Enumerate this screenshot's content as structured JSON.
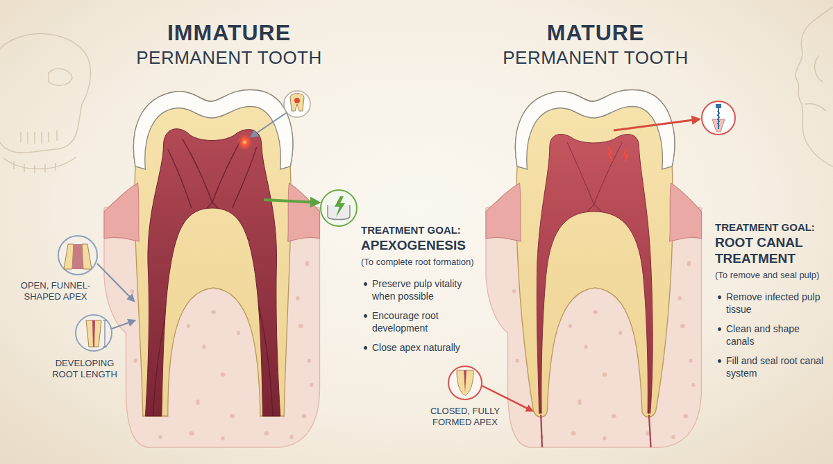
{
  "diagram": {
    "labels": [
      "IMMATURE",
      "PERMANENT TOOTH",
      "MATURE",
      "PERMANENT TOOTH",
      "OPEN, FUNNEL-SHAPED APEX",
      "DEVELOPING ROOT LENGTH",
      "TREATMENT GOAL:",
      "APEXOGENESIS",
      "(To complete root formation)",
      "Preserve pulp vitality when possible",
      "Encourage root development",
      "Close apex naturally",
      "CLOSED, FULLY FORMED APEX",
      "TREATMENT GOAL:",
      "ROOT CANAL TREATMENT",
      "(To remove and seal pulp)",
      "Remove infected pulp tissue",
      "Clean and shape canals",
      "Fill and seal root canal system"
    ]
  }
}
